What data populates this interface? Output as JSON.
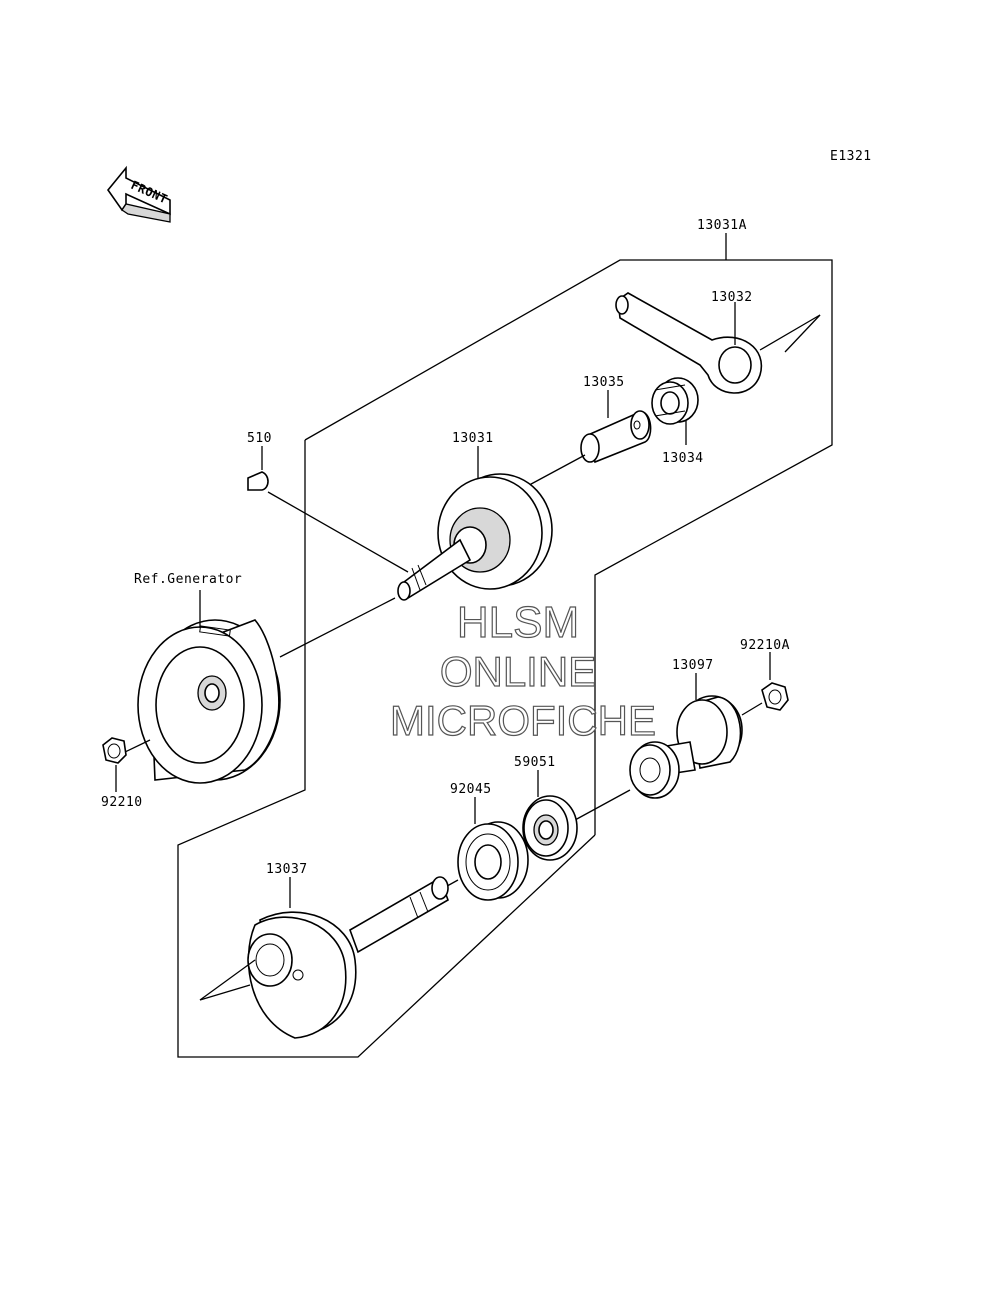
{
  "diagram_code": "E1321",
  "front_arrow_label": "FRONT",
  "watermark": {
    "line1": "HLSM",
    "line2": "ONLINE",
    "line3": "MICROFICHE"
  },
  "labels": {
    "p13031A": "13031A",
    "p13032": "13032",
    "p13035": "13035",
    "p13034": "13034",
    "p510": "510",
    "p13031": "13031",
    "ref_generator": "Ref.Generator",
    "p92210A": "92210A",
    "p13097": "13097",
    "p59051": "59051",
    "p92045": "92045",
    "p92210": "92210",
    "p13037": "13037"
  }
}
